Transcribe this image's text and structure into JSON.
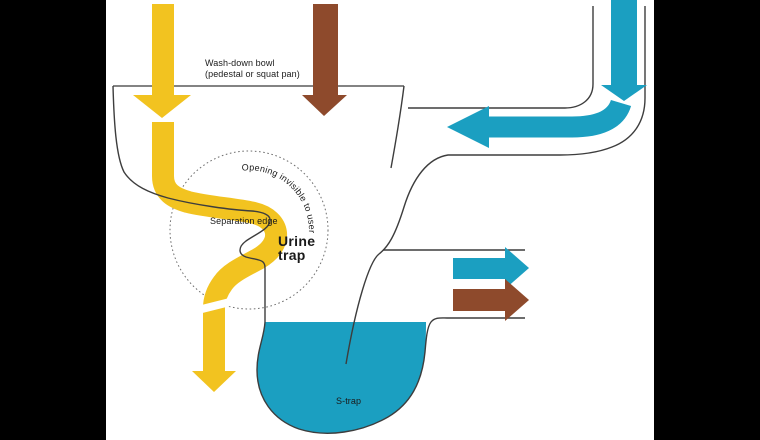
{
  "labels": {
    "wash_down_bowl_1": "Wash-down bowl",
    "wash_down_bowl_2": "(pedestal or squat pan)",
    "opening_invisible": "Opening invisible to user",
    "separation_edge": "Separation edge",
    "urine_trap_1": "Urine",
    "urine_trap_2": "trap",
    "s_trap": "S-trap"
  },
  "colors": {
    "urine": "#F2C320",
    "feces": "#8E4A2C",
    "water": "#1B9FC1",
    "outline": "#3D3D3D",
    "rim": "#5A5A5A",
    "dotted_circle": "#6E6E6E",
    "canvas": "#FFFFFF",
    "letterbox": "#000000"
  }
}
